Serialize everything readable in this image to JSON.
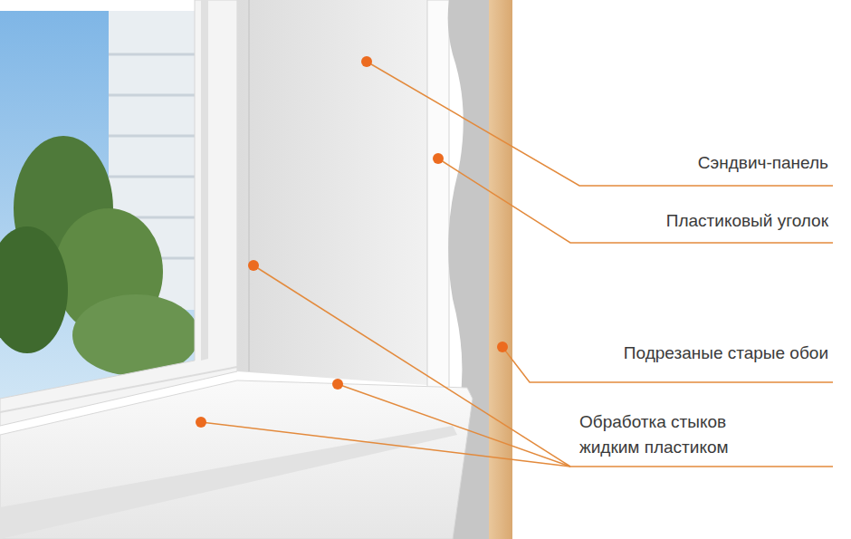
{
  "diagram": {
    "labels": [
      "Сэндвич-панель",
      "Пластиковый уголок",
      "Подрезаные старые обои",
      "Обработка стыков жидким пластиком"
    ]
  }
}
